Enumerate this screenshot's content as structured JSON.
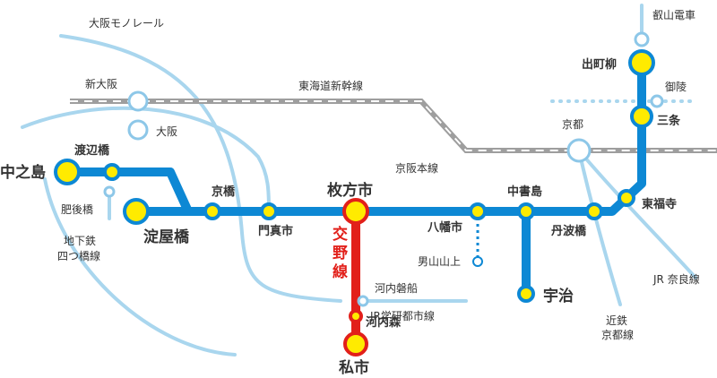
{
  "colors": {
    "keihan_main": "#0d88d4",
    "katano_line": "#e2201a",
    "jr_line": "#a9d6ee",
    "shinkansen": "#9e9e9e",
    "station_fill": "#ffeb00"
  },
  "lines": {
    "monorail": "大阪モノレール",
    "shinkansen": "東海道新幹線",
    "keihan_main": "京阪本線",
    "katano": "交野線",
    "eizan": "叡山電車",
    "jr_nara": "JR 奈良線",
    "kintetsu": "近鉄\n京都線",
    "jr_gakken": "JR学研都市線",
    "subway_yotsubashi": "地下鉄\n四つ橋線"
  },
  "stations": {
    "nakanoshima": "中之島",
    "watanabebashi": "渡辺橋",
    "higobashi": "肥後橋",
    "yodoyabashi": "淀屋橋",
    "kyobashi": "京橋",
    "kadomashi": "門真市",
    "hirakatashi": "枚方市",
    "yawatashi": "八幡市",
    "otokoyamasanjo": "男山山上",
    "chushojima": "中書島",
    "uji": "宇治",
    "tambabashi": "丹波橋",
    "tofukuji": "東福寺",
    "sanjo": "三条",
    "demachiyanagi": "出町柳",
    "misasagi": "御陵",
    "kyoto": "京都",
    "shin_osaka": "新大阪",
    "osaka": "大阪",
    "kawachi_iwafune": "河内磐船",
    "kawachimori": "河内森",
    "kisaichi": "私市"
  }
}
